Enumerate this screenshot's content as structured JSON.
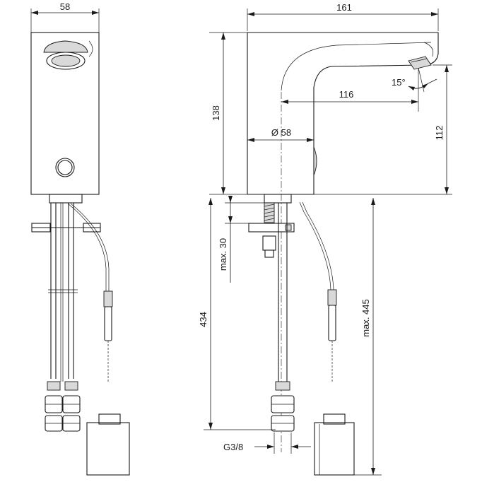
{
  "dimensions": {
    "front_width": "58",
    "side_length": "161",
    "spout_reach": "116",
    "spray_angle": "15°",
    "height": "138",
    "outlet_height": "112",
    "diameter": "Ø 58",
    "max_30": "max. 30",
    "hose_length": "434",
    "max_445": "max. 445",
    "thread": "G3/8"
  }
}
